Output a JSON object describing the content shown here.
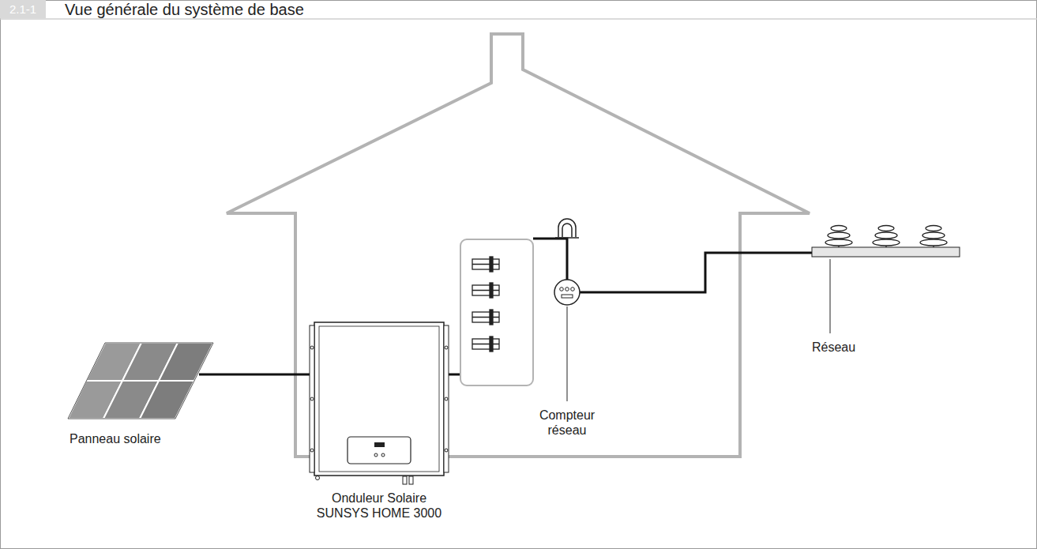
{
  "diagram": {
    "title": "Vue générale du système de base",
    "labels": [
      "2.1-1",
      "Panneau solaire",
      "Onduleur Solaire SUNSYS HOME 3000",
      "Compteur réseau",
      "Réseau"
    ]
  }
}
